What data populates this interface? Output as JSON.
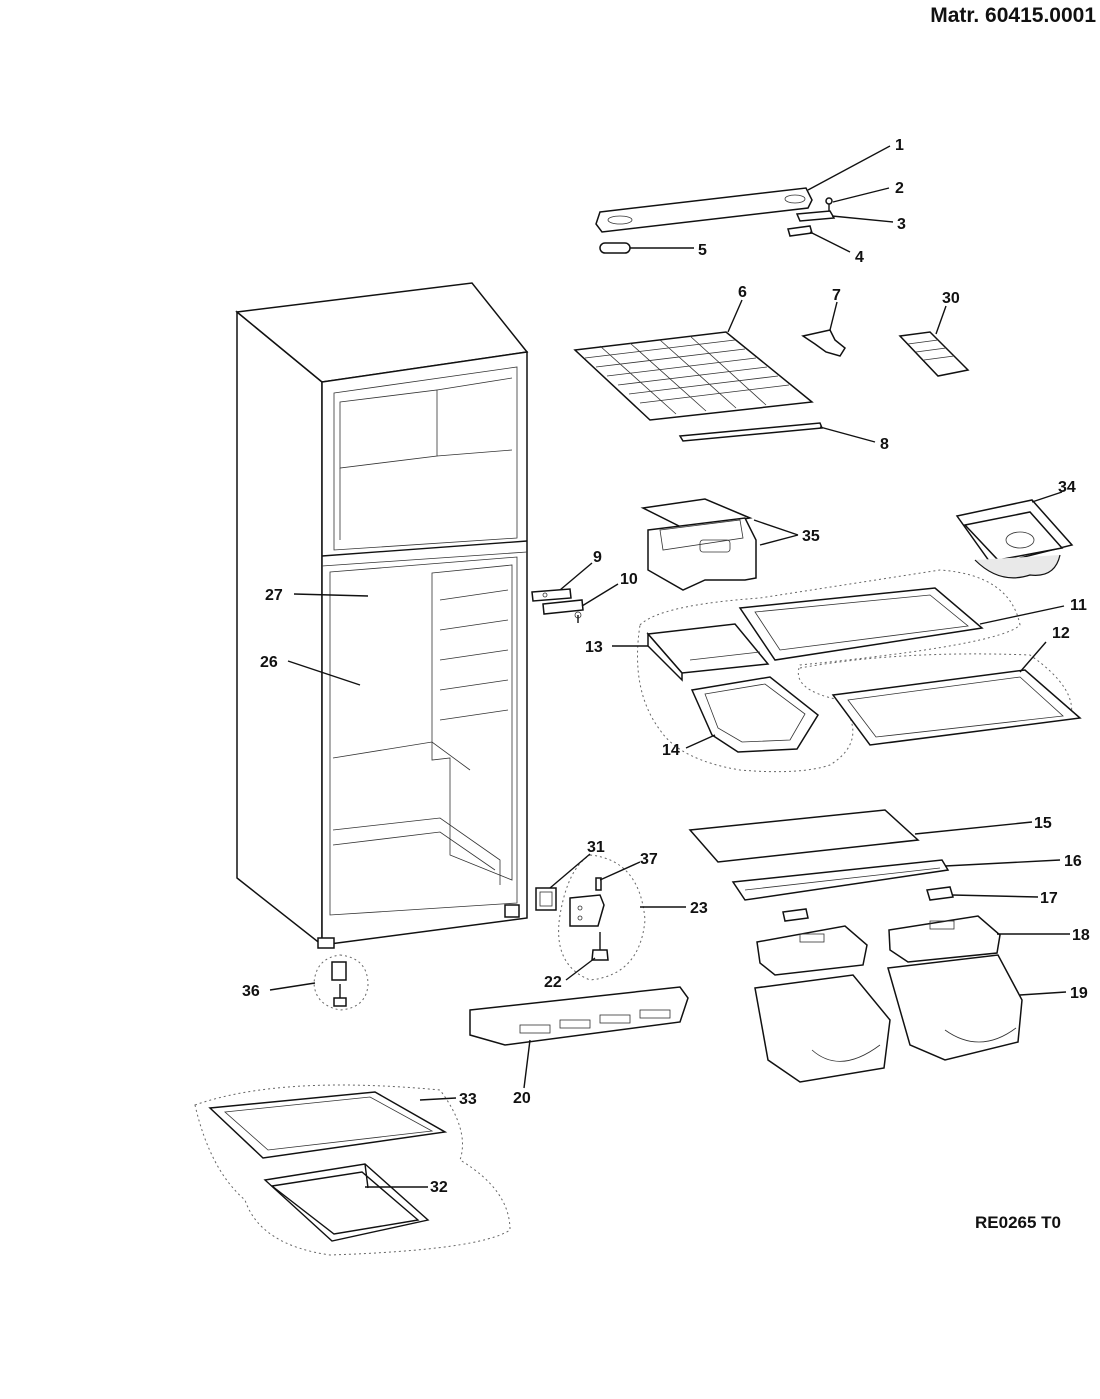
{
  "header": {
    "material_number": "Matr. 60415.0001"
  },
  "footer": {
    "drawing_reference": "RE0265 T0"
  },
  "callouts": {
    "p1": "1",
    "p2": "2",
    "p3": "3",
    "p4": "4",
    "p5": "5",
    "p6": "6",
    "p7": "7",
    "p8": "8",
    "p9": "9",
    "p10": "10",
    "p11": "11",
    "p12": "12",
    "p13": "13",
    "p14": "14",
    "p15": "15",
    "p16": "16",
    "p17": "17",
    "p18": "18",
    "p19": "19",
    "p20": "20",
    "p22": "22",
    "p23": "23",
    "p26": "26",
    "p27": "27",
    "p30": "30",
    "p31": "31",
    "p32": "32",
    "p33": "33",
    "p34": "34",
    "p35": "35",
    "p36": "36",
    "p37": "37"
  }
}
